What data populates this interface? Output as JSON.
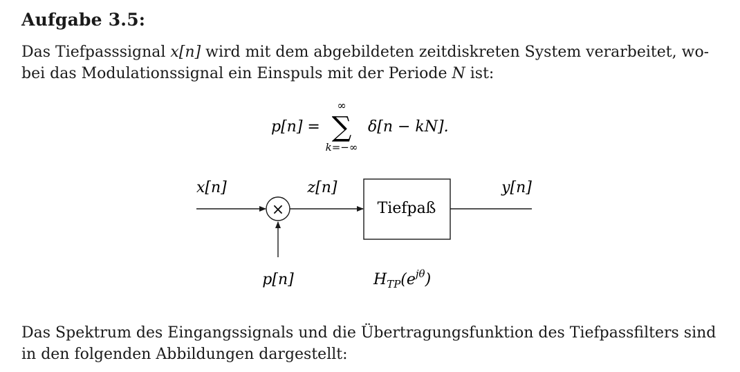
{
  "heading": "Aufgabe 3.5:",
  "intro": {
    "line1_a": "Das Tiefpasssignal ",
    "line1_math": "x[n]",
    "line1_b": " wird mit dem abgebildeten zeitdiskreten System verarbeitet, wo-",
    "line2_a": "bei das Modulationssignal ein Einspuls mit der Periode ",
    "line2_math": "N",
    "line2_b": " ist:"
  },
  "formula": {
    "lhs": "p[n] =",
    "sum_upper": "∞",
    "sum_symbol": "∑",
    "sum_lower": "k=−∞",
    "summand": "δ[n − kN]."
  },
  "diagram": {
    "input_label": "x[n]",
    "multiplier_symbol": "×",
    "intermediate_label": "z[n]",
    "block_label": "Tiefpaß",
    "output_label": "y[n]",
    "modulation_label": "p[n]",
    "transfer_base": "H",
    "transfer_sub": "TP",
    "transfer_open": "(e",
    "transfer_sup": "jθ",
    "transfer_close": ")"
  },
  "outro": {
    "line1": "Das Spektrum des Eingangssignals und die Übertragungsfunktion des Tiefpassfilters sind",
    "line2": "in den folgenden Abbildungen dargestellt:"
  }
}
